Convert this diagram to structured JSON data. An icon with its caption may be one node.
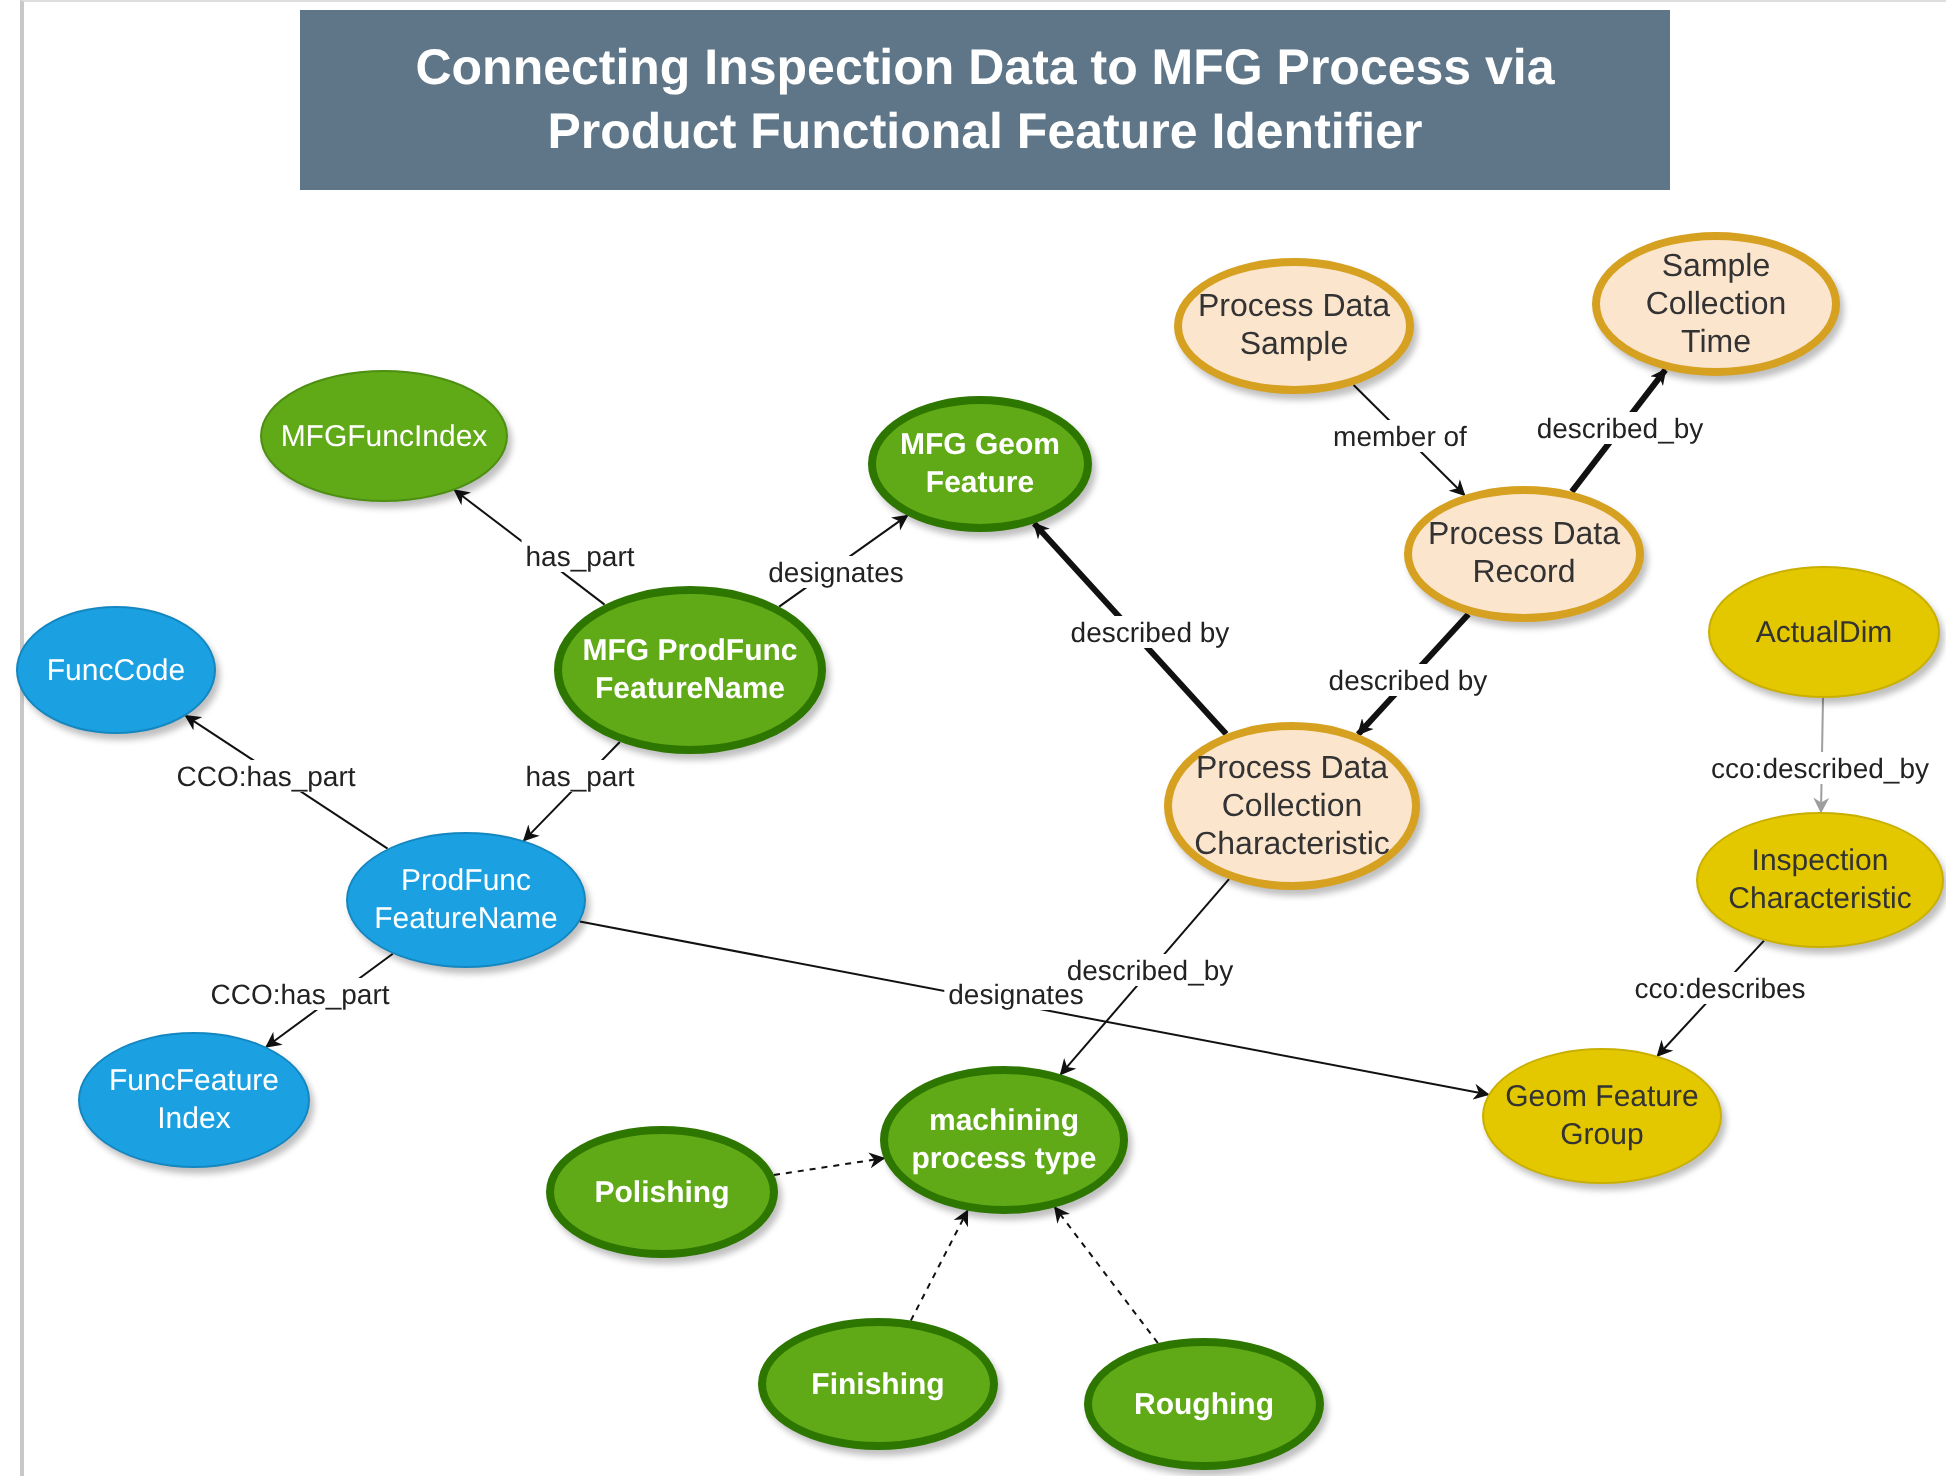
{
  "diagram": {
    "title": "Connecting Inspection Data to MFG Process via Product Functional Feature Identifier",
    "nodes": [
      {
        "text": [
          "Sample Collection Time"
        ]
      },
      {
        "text": [
          "Process Data Sample"
        ]
      },
      {
        "text": [
          "MFGFuncIndex"
        ]
      },
      {
        "text": [
          "MFG Geom Feature"
        ]
      },
      {
        "text": [
          "Process Data Record"
        ]
      },
      {
        "text": [
          "ActualDim"
        ]
      },
      {
        "text": [
          "FuncCode"
        ]
      },
      {
        "text": [
          "MFG ProdFunc FeatureName"
        ]
      },
      {
        "text": [
          "Process Data Collection Characteristic"
        ]
      },
      {
        "text": [
          "ProdFunc FeatureName"
        ]
      },
      {
        "text": [
          "Inspection Characteristic"
        ]
      },
      {
        "text": [
          "FuncFeature Index"
        ]
      },
      {
        "text": [
          "machining process type"
        ]
      },
      {
        "text": [
          "Geom Feature Group"
        ]
      },
      {
        "text": [
          "Polishing"
        ]
      },
      {
        "text": [
          "Finishing"
        ]
      },
      {
        "text": [
          "Roughing"
        ]
      }
    ],
    "edges": [
      {
        "from": 7,
        "to": 2,
        "arrow": "to",
        "label": "has_part"
      },
      {
        "from": 7,
        "to": 3,
        "arrow": "to",
        "label": "designates"
      },
      {
        "from": 7,
        "to": 9,
        "arrow": "to",
        "label": "has_part"
      },
      {
        "from": 9,
        "to": 6,
        "arrow": "to",
        "label": "CCO:has_part"
      },
      {
        "from": 9,
        "to": 11,
        "arrow": "to",
        "label": "CCO:has_part"
      },
      {
        "from": 9,
        "to": 13,
        "arrow": "to",
        "label": "designates"
      },
      {
        "from": 8,
        "to": 3,
        "arrow": "to",
        "label": "described by",
        "style": "thick"
      },
      {
        "from": 4,
        "to": 8,
        "arrow": "to",
        "label": "described by",
        "style": "thick"
      },
      {
        "from": 1,
        "to": 4,
        "arrow": "to",
        "label": "member of"
      },
      {
        "from": 4,
        "to": 0,
        "arrow": "to",
        "label": "described_by",
        "style": "thick"
      },
      {
        "from": 8,
        "to": 12,
        "arrow": "to",
        "label": "described_by"
      },
      {
        "from": 5,
        "to": 10,
        "arrow": "to",
        "label": "cco:described_by",
        "color": "#9e9e9e"
      },
      {
        "from": 10,
        "to": 13,
        "arrow": "to",
        "label": "cco:describes"
      },
      {
        "from": 14,
        "to": 12,
        "arrow": "to",
        "style": "dashed"
      },
      {
        "from": 15,
        "to": 12,
        "arrow": "to",
        "style": "dashed"
      },
      {
        "from": 16,
        "to": 12,
        "arrow": "to",
        "style": "dashed"
      }
    ]
  }
}
